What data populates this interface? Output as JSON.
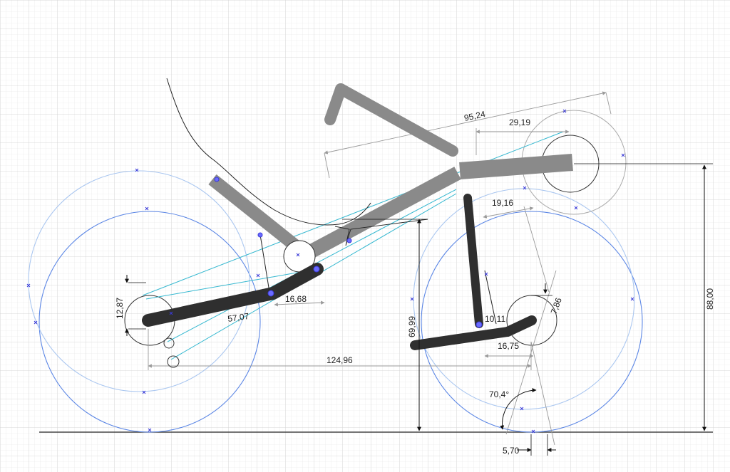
{
  "diagram": {
    "dimensions": {
      "top_length": "95,24",
      "head_offset": "29,19",
      "fork_offset": "19,16",
      "chainstay": "57,07",
      "link_a": "16,68",
      "drop_a": "12,87",
      "bb_height": "69,99",
      "wheelbase": "124,96",
      "link_b": "10,11",
      "link_c": "16,75",
      "drop_b": "7,86",
      "angle": "70,4°",
      "trail": "5,70",
      "overall_height": "88,00"
    },
    "colors": {
      "grid_minor": "#e4e4e4",
      "grid_major": "#cfcfcf",
      "wheel_outer": "#5b86e5",
      "wheel_inner": "#a9c6f0",
      "frame": "#8a8a8a",
      "arm": "#2f2f2f",
      "construction": "#35b8d0",
      "dimension": "#9a9a9a",
      "marker": "#3a3ad8"
    }
  }
}
